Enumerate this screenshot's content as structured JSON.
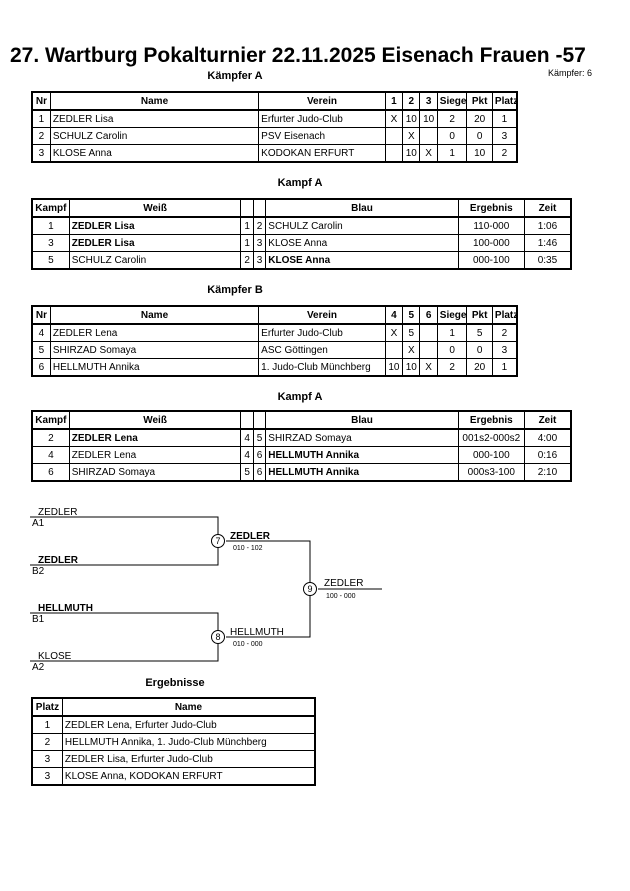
{
  "header": {
    "title": "27. Wartburg Pokalturnier  22.11.2025  Eisenach   Frauen -57",
    "fighter_count": "Kämpfer: 6"
  },
  "pool_a": {
    "title": "Kämpfer A",
    "columns": [
      "Nr",
      "Name",
      "Verein",
      "1",
      "2",
      "3",
      "Siege",
      "Pkt",
      "Platz"
    ],
    "rows": [
      [
        "1",
        "ZEDLER Lisa",
        "Erfurter Judo-Club",
        "X",
        "10",
        "10",
        "2",
        "20",
        "1"
      ],
      [
        "2",
        "SCHULZ Carolin",
        "PSV Eisenach",
        "",
        "X",
        "",
        "0",
        "0",
        "3"
      ],
      [
        "3",
        "KLOSE Anna",
        "KODOKAN ERFURT",
        "",
        "10",
        "X",
        "1",
        "10",
        "2"
      ]
    ]
  },
  "fights_a": {
    "title": "Kampf A",
    "columns": [
      "Kampf",
      "Weiß",
      "",
      "",
      "Blau",
      "Ergebnis",
      "Zeit"
    ],
    "rows": [
      {
        "kampf": "1",
        "white": "ZEDLER Lisa",
        "w": "1",
        "b": "2",
        "blue": "SCHULZ Carolin",
        "result": "110-000",
        "time": "1:06",
        "winner": "white"
      },
      {
        "kampf": "3",
        "white": "ZEDLER Lisa",
        "w": "1",
        "b": "3",
        "blue": "KLOSE Anna",
        "result": "100-000",
        "time": "1:46",
        "winner": "white"
      },
      {
        "kampf": "5",
        "white": "SCHULZ Carolin",
        "w": "2",
        "b": "3",
        "blue": "KLOSE Anna",
        "result": "000-100",
        "time": "0:35",
        "winner": "blue"
      }
    ]
  },
  "pool_b": {
    "title": "Kämpfer B",
    "columns": [
      "Nr",
      "Name",
      "Verein",
      "4",
      "5",
      "6",
      "Siege",
      "Pkt",
      "Platz"
    ],
    "rows": [
      [
        "4",
        "ZEDLER Lena",
        "Erfurter Judo-Club",
        "X",
        "5",
        "",
        "1",
        "5",
        "2"
      ],
      [
        "5",
        "SHIRZAD Somaya",
        "ASC Göttingen",
        "",
        "X",
        "",
        "0",
        "0",
        "3"
      ],
      [
        "6",
        "HELLMUTH Annika",
        "1. Judo-Club Münchberg",
        "10",
        "10",
        "X",
        "2",
        "20",
        "1"
      ]
    ]
  },
  "fights_b": {
    "title": "Kampf A",
    "columns": [
      "Kampf",
      "Weiß",
      "",
      "",
      "Blau",
      "Ergebnis",
      "Zeit"
    ],
    "rows": [
      {
        "kampf": "2",
        "white": "ZEDLER Lena",
        "w": "4",
        "b": "5",
        "blue": "SHIRZAD Somaya",
        "result": "001s2-000s2",
        "time": "4:00",
        "winner": "white"
      },
      {
        "kampf": "4",
        "white": "ZEDLER Lena",
        "w": "4",
        "b": "6",
        "blue": "HELLMUTH Annika",
        "result": "000-100",
        "time": "0:16",
        "winner": "blue"
      },
      {
        "kampf": "6",
        "white": "SHIRZAD Somaya",
        "w": "5",
        "b": "6",
        "blue": "HELLMUTH Annika",
        "result": "000s3-100",
        "time": "2:10",
        "winner": "blue"
      }
    ]
  },
  "bracket": {
    "entries": [
      {
        "name": "ZEDLER",
        "seed": "A1",
        "bold": false
      },
      {
        "name": "ZEDLER",
        "seed": "B2",
        "bold": true
      },
      {
        "name": "HELLMUTH",
        "seed": "B1",
        "bold": true
      },
      {
        "name": "KLOSE",
        "seed": "A2",
        "bold": false
      }
    ],
    "semi1": {
      "number": "7",
      "winner": "ZEDLER",
      "score": "010 - 102"
    },
    "semi2": {
      "number": "8",
      "winner": "HELLMUTH",
      "score": "010 - 000"
    },
    "final": {
      "number": "9",
      "winner": "ZEDLER",
      "score": "100 - 000"
    }
  },
  "results": {
    "title": "Ergebnisse",
    "columns": [
      "Platz",
      "Name"
    ],
    "rows": [
      [
        "1",
        "ZEDLER Lena, Erfurter Judo-Club"
      ],
      [
        "2",
        "HELLMUTH Annika, 1. Judo-Club Münchberg"
      ],
      [
        "3",
        "ZEDLER Lisa, Erfurter Judo-Club"
      ],
      [
        "3",
        "KLOSE Anna, KODOKAN ERFURT"
      ]
    ]
  }
}
